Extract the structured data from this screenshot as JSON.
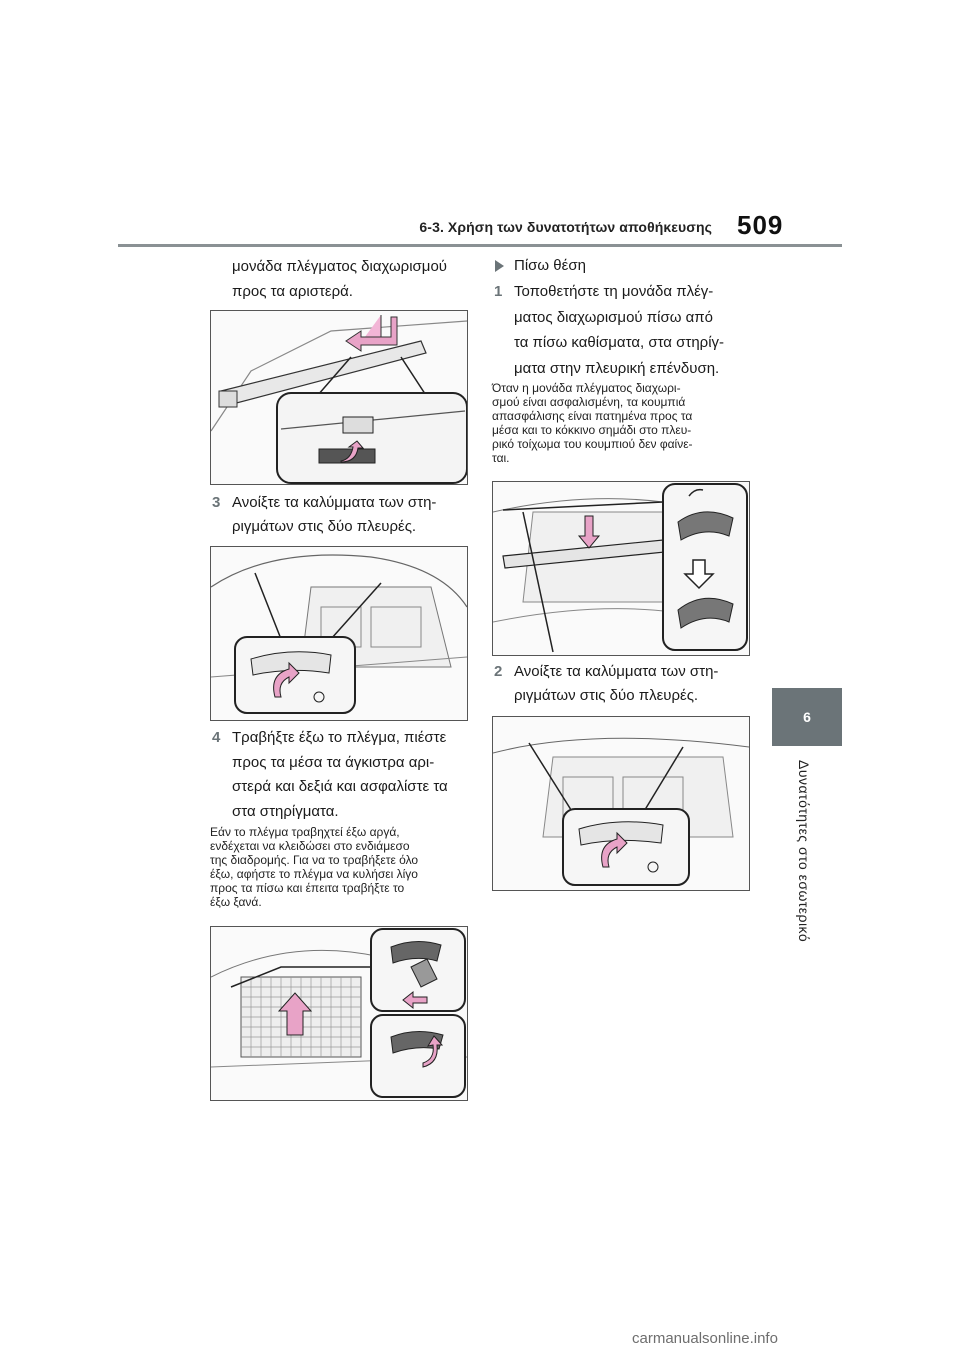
{
  "header": {
    "section_title": "6-3. Χρήση των δυνατοτήτων αποθήκευσης",
    "page_number": "509"
  },
  "side_tab": {
    "chapter_number": "6",
    "chapter_label": "Δυνατότητες στο εσωτερικό"
  },
  "left_column": {
    "intro_lines": [
      "μονάδα πλέγματος διαχωρισμού",
      "προς τα αριστερά."
    ],
    "step3": {
      "number": "3",
      "lines": [
        "Ανοίξτε τα καλύμματα των στη-",
        "ριγμάτων στις δύο πλευρές."
      ]
    },
    "step4": {
      "number": "4",
      "lines": [
        "Τραβήξτε έξω το πλέγμα, πιέστε",
        "προς τα μέσα τα άγκιστρα αρι-",
        "στερά και δεξιά και ασφαλίστε τα",
        "στα στηρίγματα."
      ]
    },
    "note_lines": [
      "Εάν το πλέγμα τραβηχτεί έξω αργά,",
      "ενδέχεται να κλειδώσει στο ενδιάμεσο",
      "της διαδρομής. Για να το τραβήξετε όλο",
      "έξω, αφήστε το πλέγμα να κυλήσει λίγο",
      "προς τα πίσω και έπειτα τραβήξτε το",
      "έξω ξανά."
    ]
  },
  "right_column": {
    "position_heading": "Πίσω θέση",
    "step1": {
      "number": "1",
      "lines": [
        "Τοποθετήστε τη μονάδα πλέγ-",
        "ματος διαχωρισμού πίσω από",
        "τα πίσω καθίσματα, στα στηρίγ-",
        "ματα στην πλευρική επένδυση."
      ]
    },
    "note_lines": [
      "Όταν η μονάδα πλέγματος διαχωρι-",
      "σμού είναι ασφαλισμένη, τα κουμπιά",
      "απασφάλισης είναι πατημένα προς τα",
      "μέσα και το κόκκινο σημάδι στο πλευ-",
      "ρικό τοίχωμα του κουμπιού δεν φαίνε-",
      "ται."
    ],
    "step2": {
      "number": "2",
      "lines": [
        "Ανοίξτε τα καλύμματα των στη-",
        "ριγμάτων στις δύο πλευρές."
      ]
    }
  },
  "footer": {
    "watermark": "carmanualsonline.info"
  },
  "colors": {
    "accent_gray": "#6b7478",
    "arrow_pink": "#e8a3c7",
    "rule_gray": "#8a9194"
  }
}
